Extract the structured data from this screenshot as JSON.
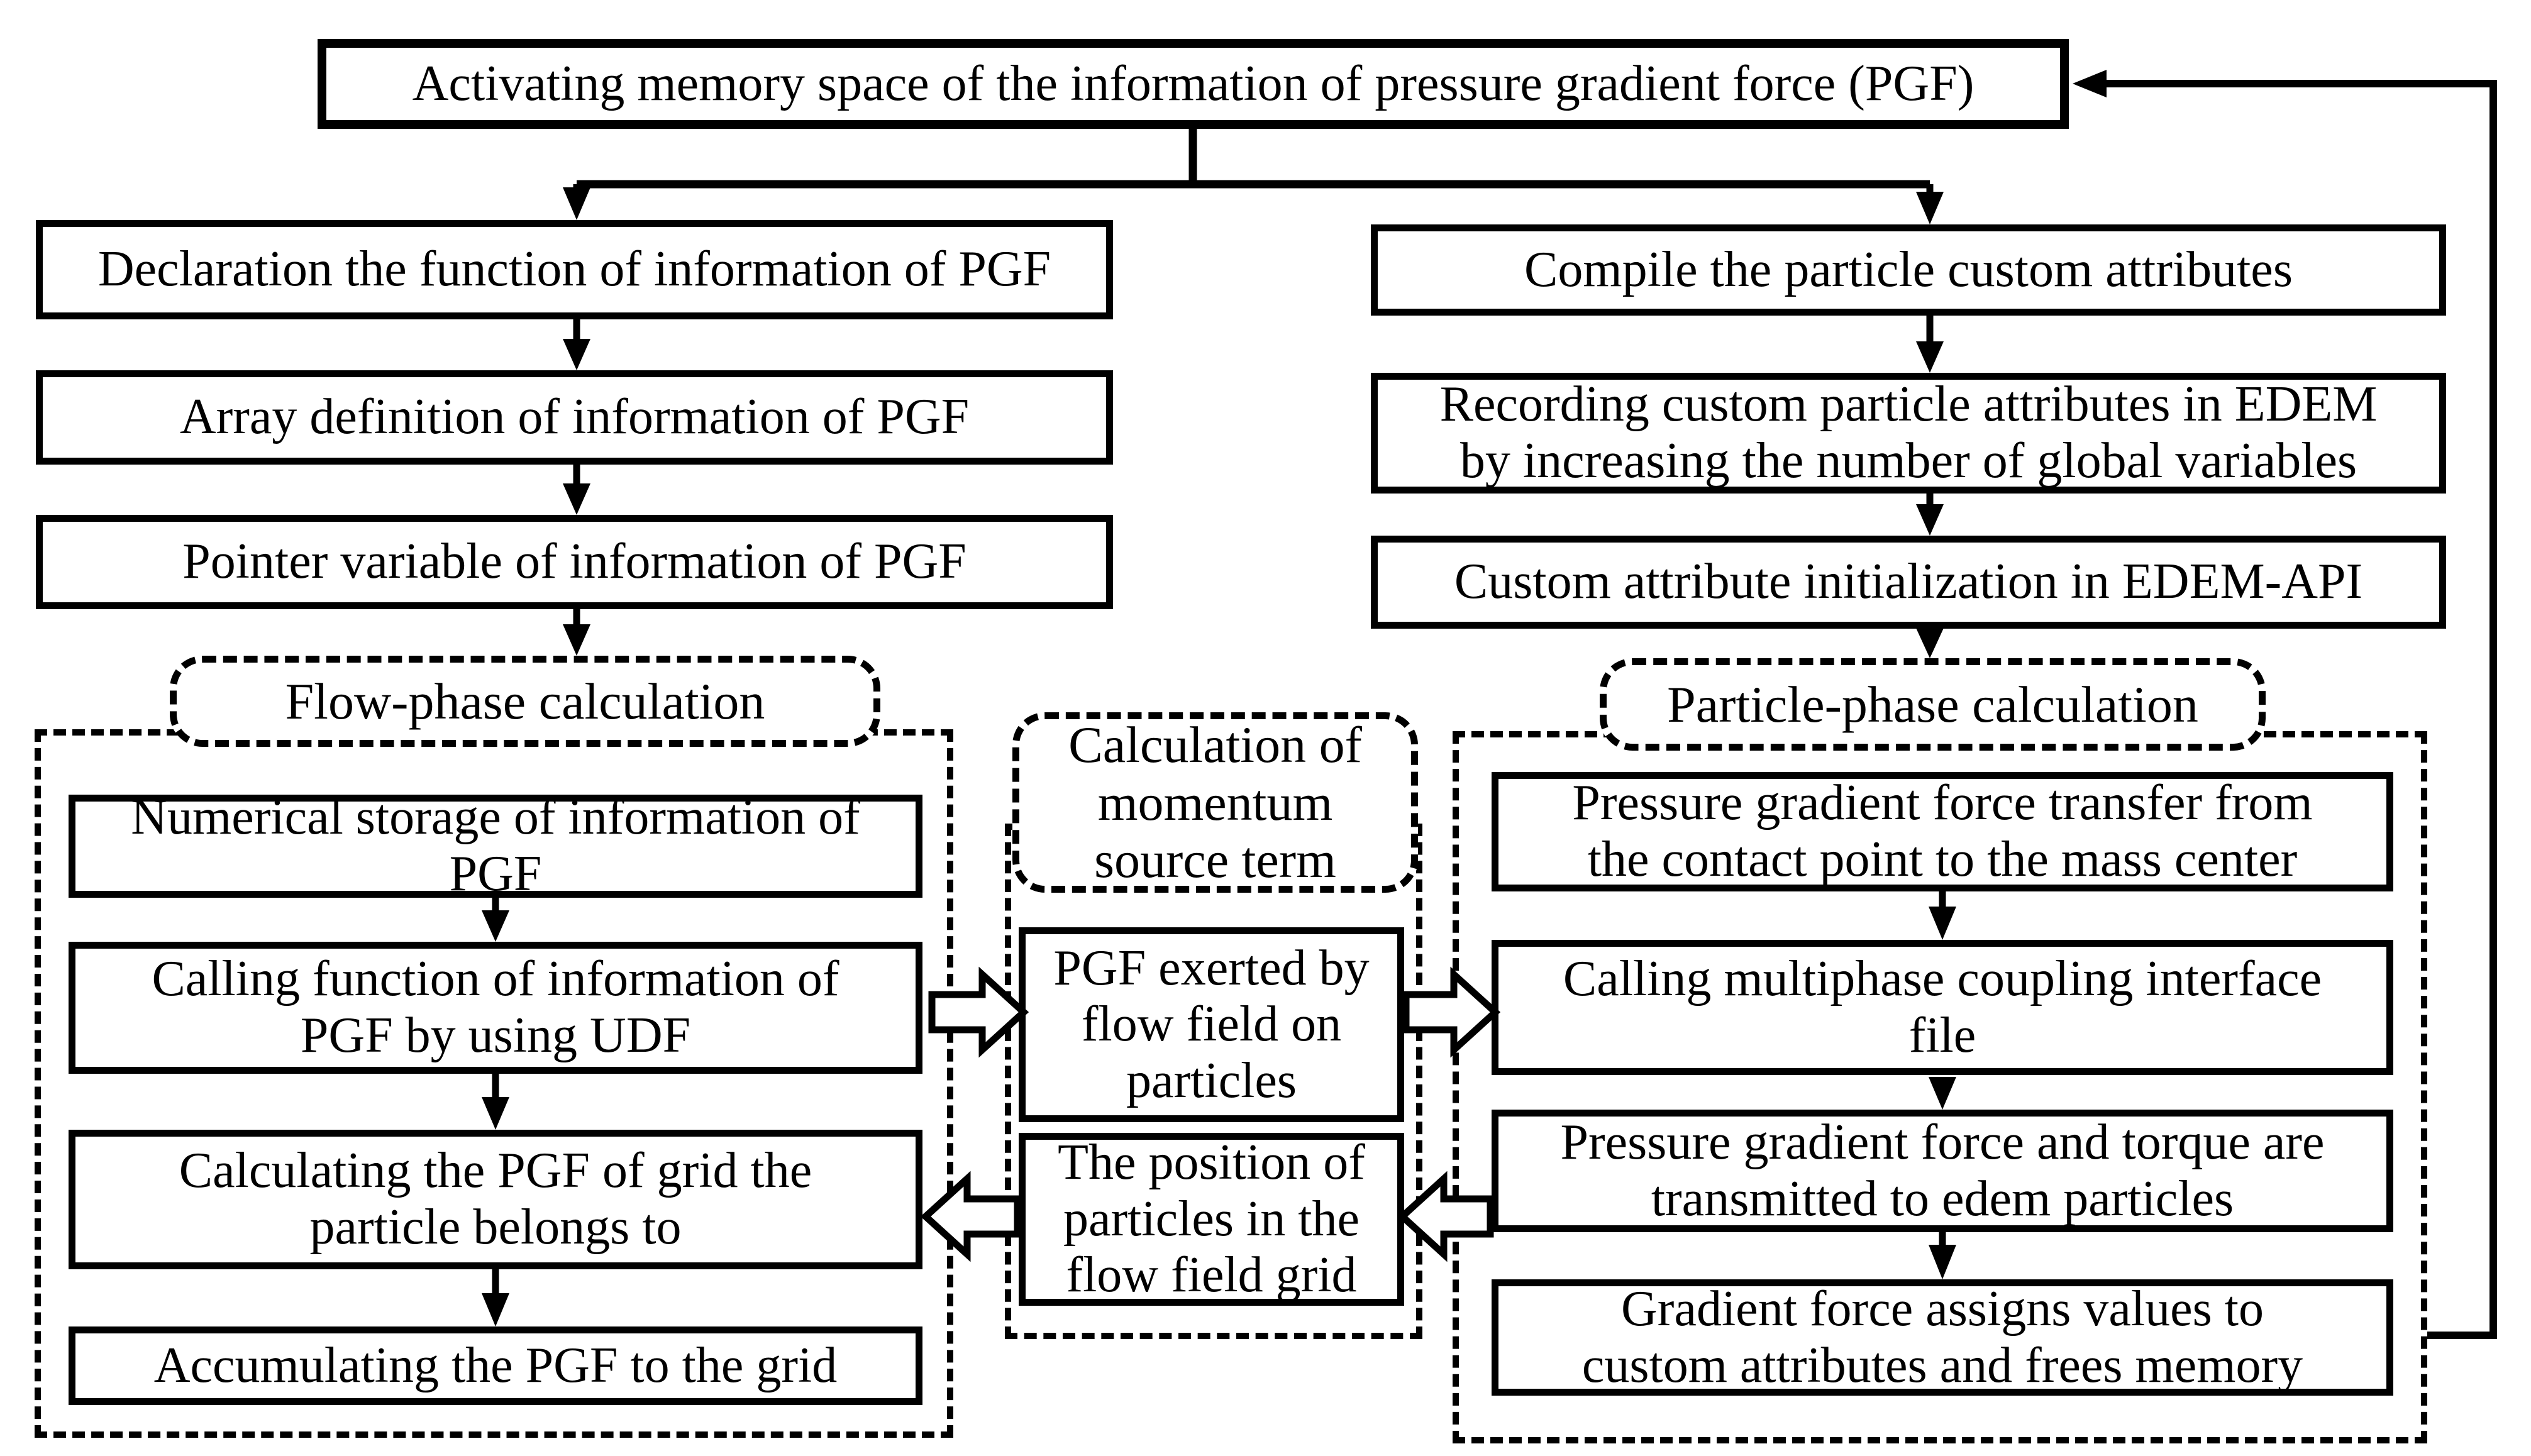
{
  "diagram": {
    "colors": {
      "background": "#ffffff",
      "stroke": "#000000"
    },
    "top_box": {
      "label": "Activating memory space of the information of pressure gradient force (PGF)"
    },
    "flow_branch": {
      "steps": [
        "Declaration the function of information of PGF",
        "Array definition of information of PGF",
        "Pointer variable of information of PGF"
      ],
      "phase_label": "Flow-phase calculation",
      "phase_steps": [
        "Numerical storage of information of\nPGF",
        "Calling function of information of\nPGF by using UDF",
        "Calculating the PGF of grid the\nparticle belongs to",
        "Accumulating the PGF to the grid"
      ]
    },
    "momentum": {
      "phase_label": "Calculation of\nmomentum\nsource term",
      "boxes": [
        "PGF exerted by\nflow field on\nparticles",
        "The position of\nparticles in the\nflow field grid"
      ]
    },
    "particle_branch": {
      "steps": [
        "Compile the particle custom attributes",
        "Recording custom particle attributes in EDEM\nby increasing the number of global variables",
        "Custom attribute initialization in EDEM-API"
      ],
      "phase_label": "Particle-phase calculation",
      "phase_steps": [
        "Pressure gradient force transfer from\nthe contact point to the mass center",
        "Calling multiphase coupling interface\nfile",
        "Pressure gradient force and torque are\ntransmitted to edem particles",
        "Gradient force assigns values to\ncustom attributes and frees memory"
      ]
    }
  }
}
